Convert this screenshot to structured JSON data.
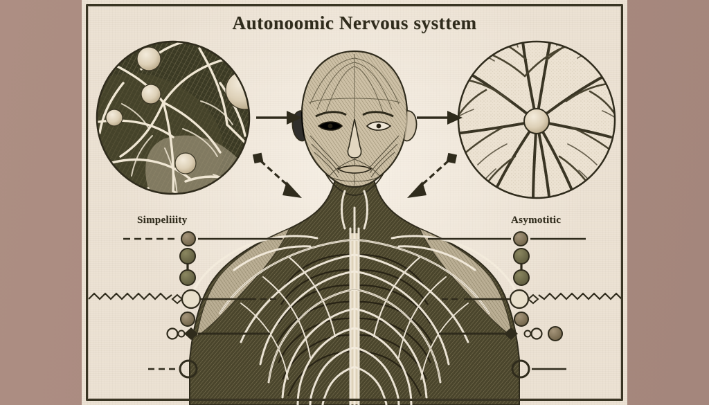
{
  "figure": {
    "title": "Autonoomic Nervous systtem",
    "style": "vintage sepia anatomical engraving",
    "background_color": "#a98b80",
    "panel_color": "#ece2d4",
    "ink_color": "#3a3524",
    "node_brown": "#8a7a60",
    "node_olive": "#6e6b4a",
    "node_pale": "#e6dcc8"
  },
  "subject": {
    "name": "human-figure",
    "description": "Front-facing anatomical male torso and head with facial muscles and pale autonomic nerve branches radiating over the ribcage"
  },
  "insets": [
    {
      "name": "left-inset",
      "description": "Dark magnified circular view of neuron cell bodies with pale branching nerve fibers on cross-hatched ground"
    },
    {
      "name": "right-inset",
      "description": "Light magnified circular view of a single neuron soma with dark radiating dendrites"
    }
  ],
  "arrows": [
    {
      "name": "arrow-left-to-head",
      "direction": "right",
      "style": "solid"
    },
    {
      "name": "arrow-head-to-right",
      "direction": "right",
      "style": "solid"
    },
    {
      "name": "arrow-left-branch",
      "direction": "down-right",
      "style": "dashed"
    },
    {
      "name": "arrow-right-branch",
      "direction": "down-left",
      "style": "dashed"
    }
  ],
  "schematics": {
    "left": {
      "label": "Simpeliiity",
      "rows": [
        {
          "name": "row-node-line",
          "glyphs": "dashed line, filled brown node, solid line"
        },
        {
          "name": "row-dual-node",
          "glyphs": "two olive nodes joined by a vertical bar"
        },
        {
          "name": "row-zigzag-node",
          "glyphs": "zigzag line, small diamond, pale open circle, solid line"
        },
        {
          "name": "row-single-node",
          "glyphs": "single filled brown node"
        },
        {
          "name": "row-diamond-node",
          "glyphs": "small rings, filled diamond, solid line"
        },
        {
          "name": "row-open-ring",
          "glyphs": "dashed line, hollow ring"
        }
      ]
    },
    "right": {
      "label": "Asymotitic",
      "rows": [
        {
          "name": "row-node-line",
          "glyphs": "solid line, filled brown node, solid line"
        },
        {
          "name": "row-dual-node",
          "glyphs": "two olive nodes joined by a vertical bar"
        },
        {
          "name": "row-zigzag-node",
          "glyphs": "dashed line, pale open circle, small diamond, zigzag line"
        },
        {
          "name": "row-single-node",
          "glyphs": "single filled brown node"
        },
        {
          "name": "row-diamond-node",
          "glyphs": "dashed line, filled diamond, small rings, filled brown node"
        },
        {
          "name": "row-open-ring",
          "glyphs": "hollow ring, solid line"
        }
      ]
    }
  }
}
